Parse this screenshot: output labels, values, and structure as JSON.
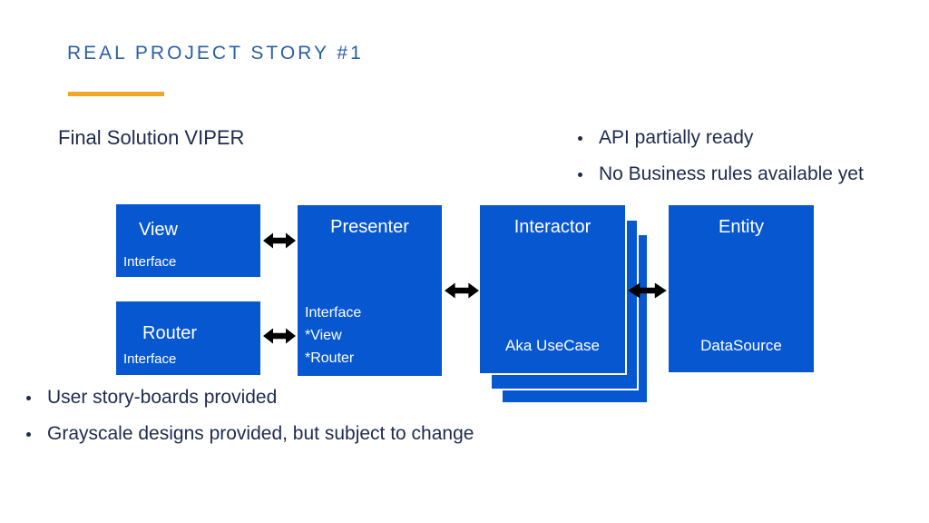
{
  "header": {
    "title": "REAL PROJECT STORY #1",
    "subtitle": "Final Solution VIPER"
  },
  "right_bullets": [
    "API partially ready",
    "No Business rules available yet"
  ],
  "bottom_bullets": [
    "User story-boards provided",
    "Grayscale designs provided, but subject to change"
  ],
  "diagram": {
    "boxes": {
      "view": {
        "title": "View",
        "subtitle": "Interface"
      },
      "router": {
        "title": "Router",
        "subtitle": "Interface"
      },
      "presenter": {
        "title": "Presenter",
        "lines": [
          "Interface",
          "*View",
          "*Router"
        ]
      },
      "interactor": {
        "title": "Interactor",
        "subtitle": "Aka UseCase",
        "stacked_layers": 3
      },
      "entity": {
        "title": "Entity",
        "subtitle": "DataSource"
      }
    },
    "connections": [
      {
        "from": "View",
        "to": "Presenter",
        "type": "bidirectional"
      },
      {
        "from": "Router",
        "to": "Presenter",
        "type": "bidirectional"
      },
      {
        "from": "Presenter",
        "to": "Interactor",
        "type": "bidirectional"
      },
      {
        "from": "Interactor",
        "to": "Entity",
        "type": "bidirectional"
      }
    ]
  },
  "colors": {
    "box_blue": "#0757D1",
    "title_blue": "#2A5DA8",
    "text_navy": "#1D2B4F",
    "accent_orange": "#F0A62B",
    "arrow_black": "#000000",
    "box_text": "#FFFFFF"
  }
}
